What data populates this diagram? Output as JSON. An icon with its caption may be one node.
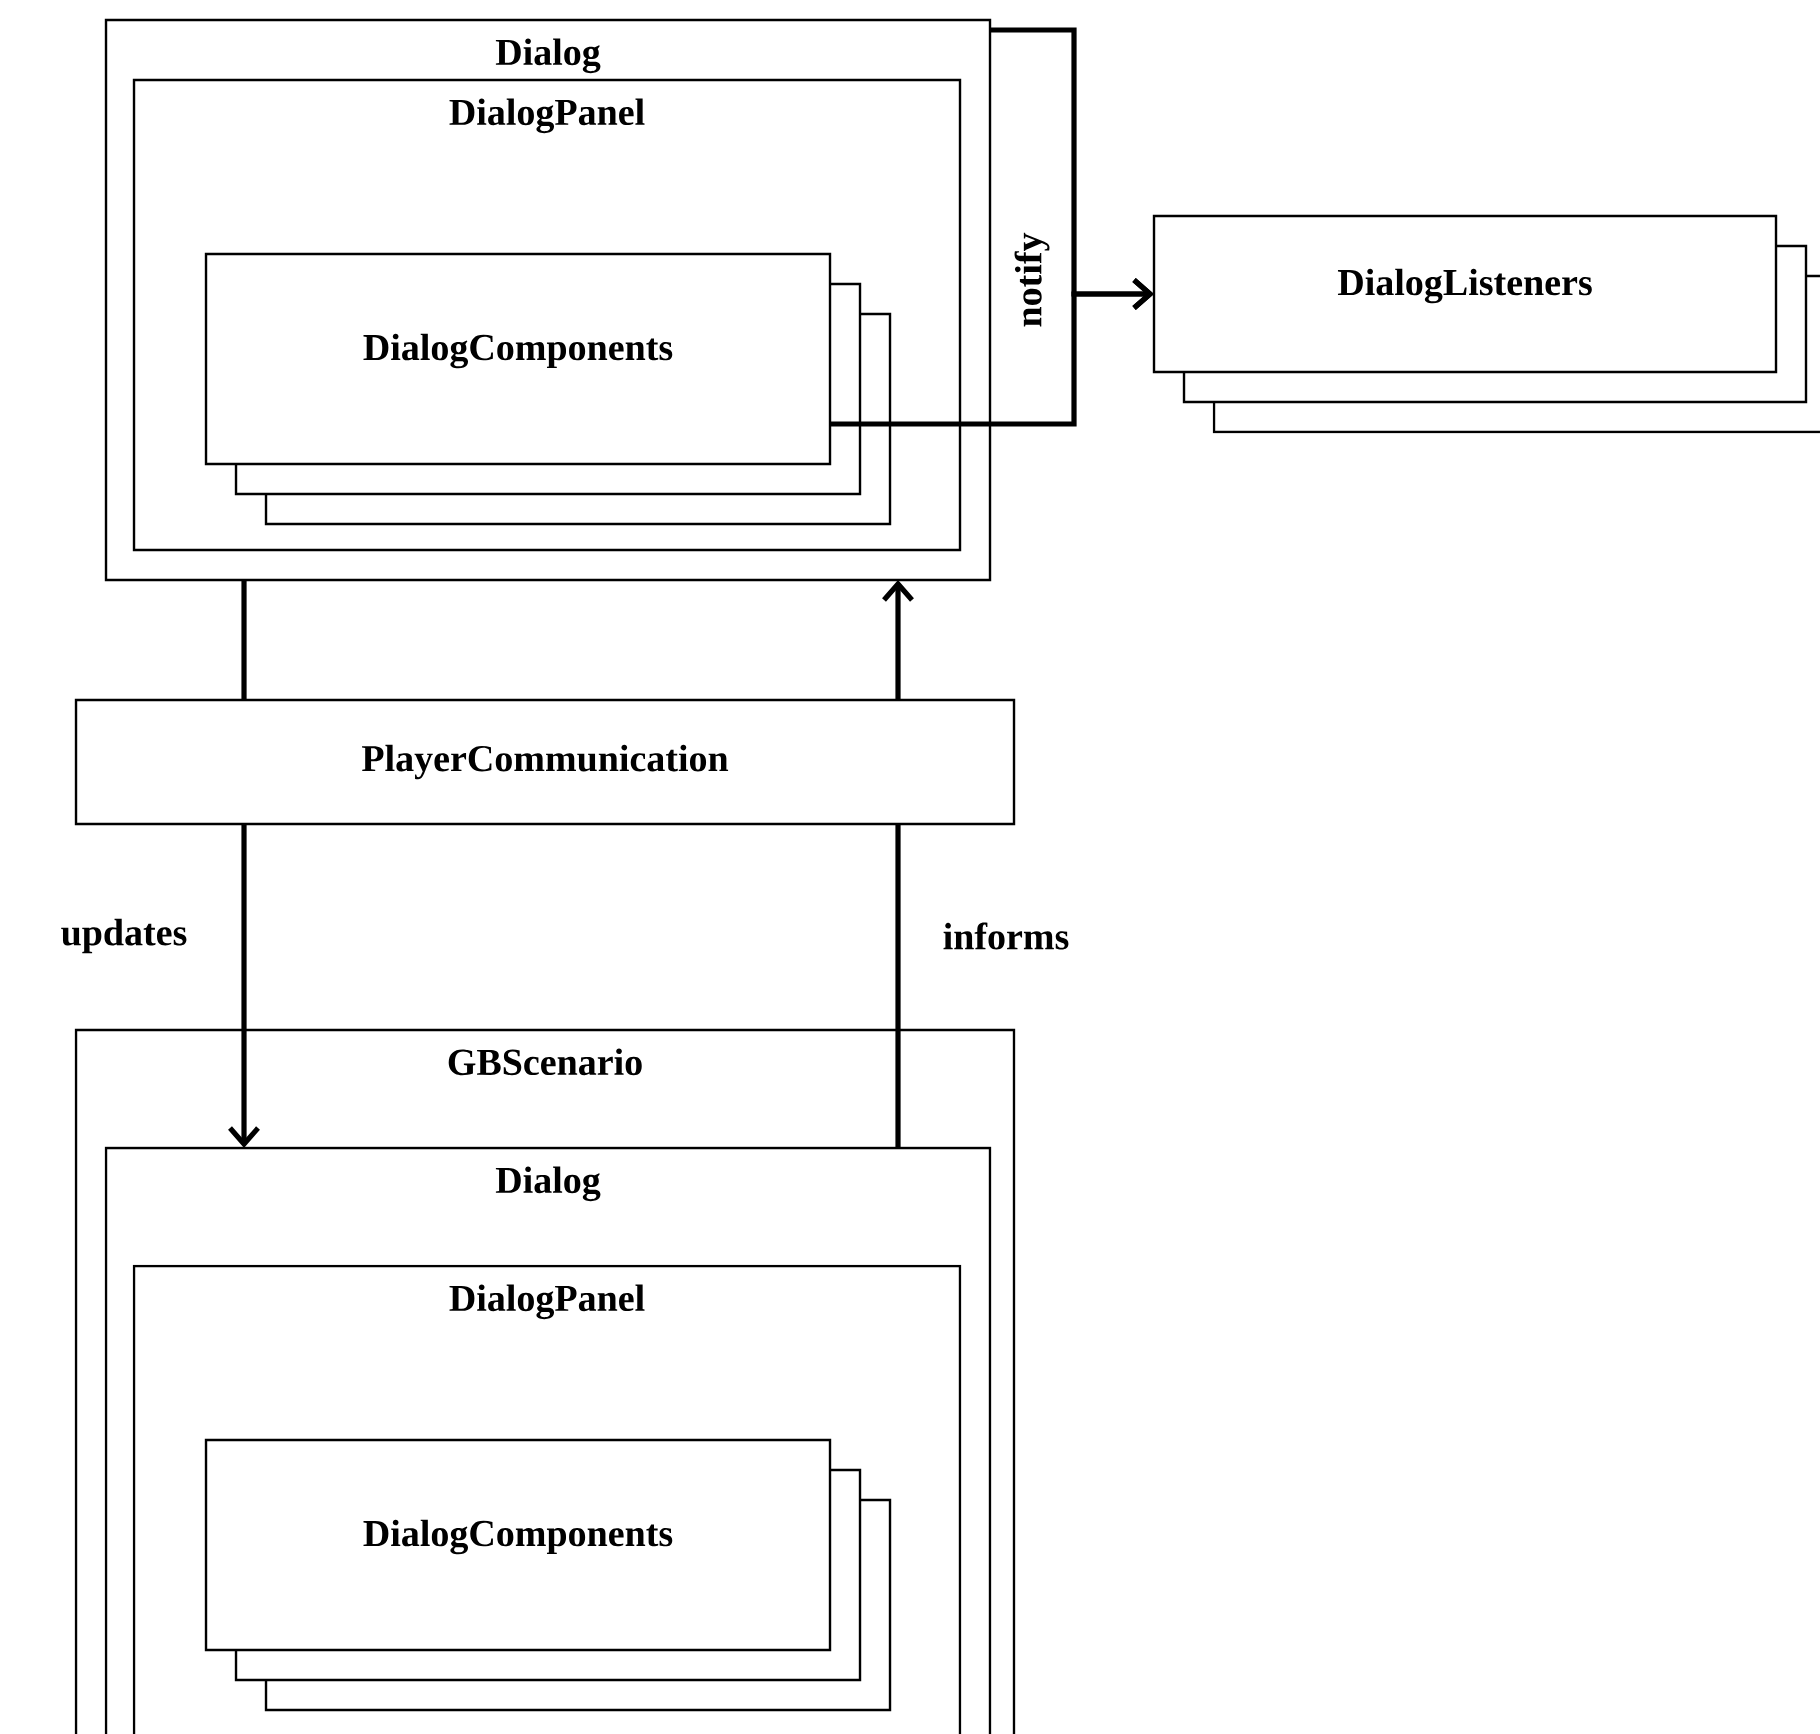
{
  "diagram": {
    "nodes": [
      {
        "text": [
          "Dialog"
        ]
      },
      {
        "text": [
          "DialogPanel"
        ],
        "in": 0
      },
      {
        "text": [
          "DialogComponents"
        ],
        "in": 1
      },
      {
        "text": [
          "DialogListeners"
        ]
      },
      {
        "text": [
          "PlayerCommunication"
        ]
      },
      {
        "text": [
          "GBScenario"
        ]
      },
      {
        "text": [
          "Dialog"
        ],
        "in": 5
      },
      {
        "text": [
          "DialogPanel"
        ],
        "in": 6
      },
      {
        "text": [
          "DialogComponents"
        ],
        "in": 7
      }
    ],
    "edges": [
      {
        "from": 0,
        "to": 3,
        "arrow": "to",
        "label": "notify"
      },
      {
        "from": 2,
        "to": 3,
        "arrow": "to"
      },
      {
        "from": 0,
        "to": 4,
        "arrow": "none"
      },
      {
        "from": 4,
        "to": 6,
        "arrow": "to",
        "label": "updates"
      },
      {
        "from": 6,
        "to": 4,
        "arrow": "none",
        "label": "informs"
      },
      {
        "from": 4,
        "to": 0,
        "arrow": "to"
      }
    ]
  }
}
